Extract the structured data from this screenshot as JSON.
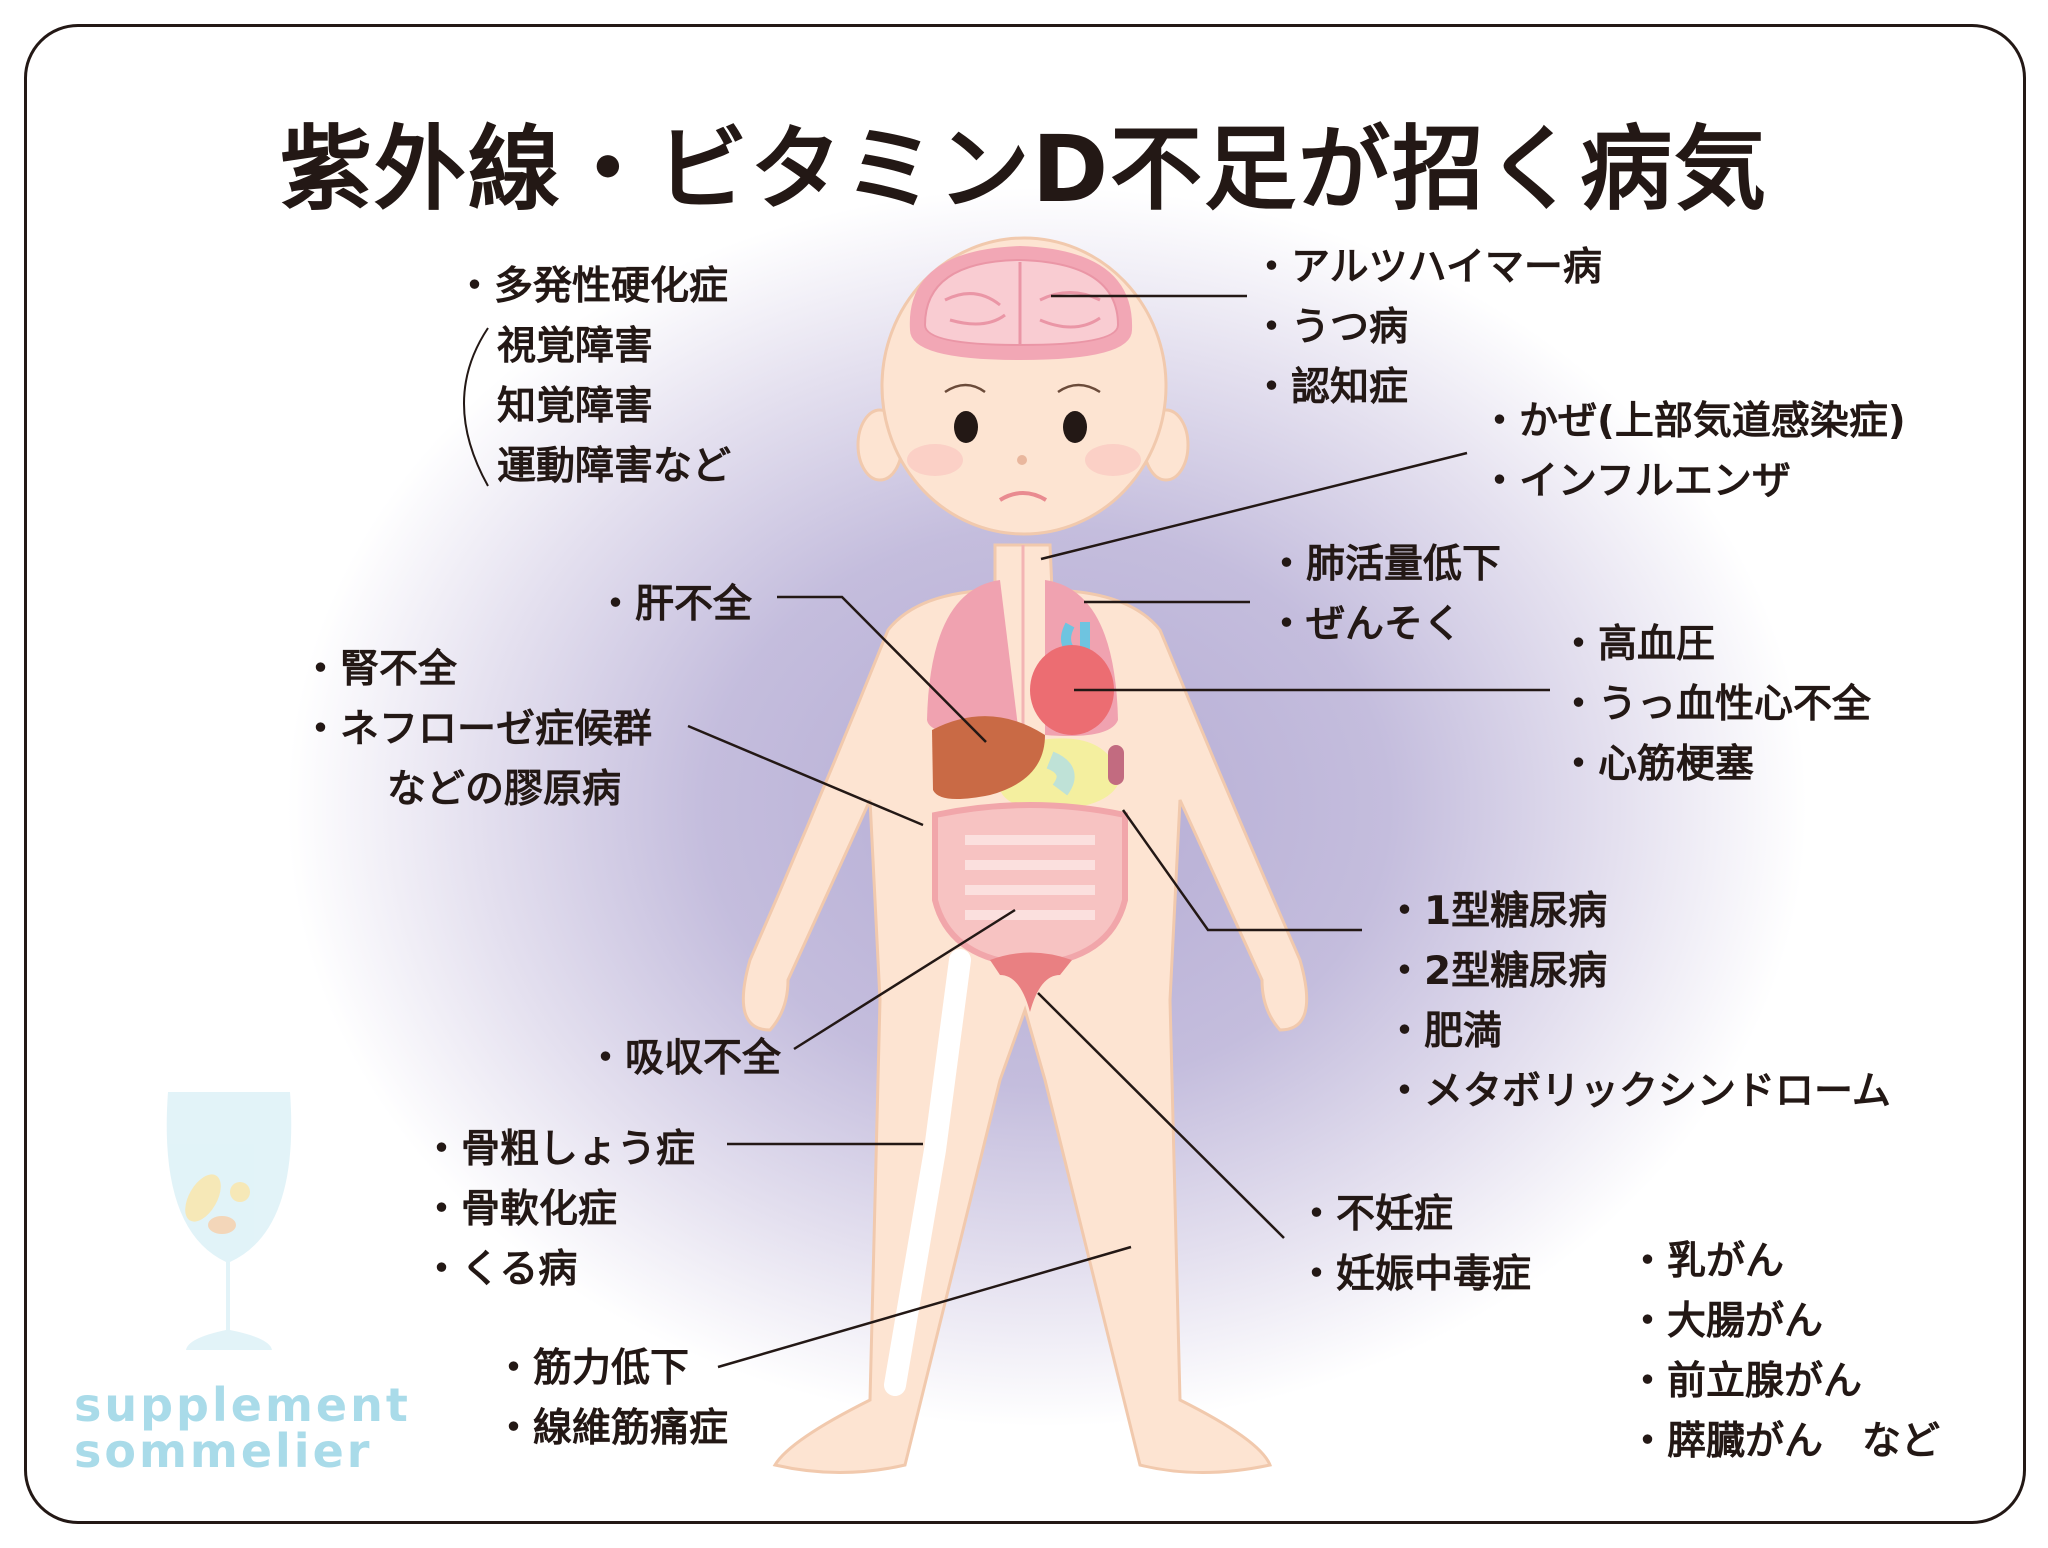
{
  "title": "紫外線・ビタミンD不足が招く病気",
  "groups": {
    "neuro": {
      "main": "・多発性硬化症",
      "sub": [
        "視覚障害",
        "知覚障害",
        "運動障害など"
      ]
    },
    "brain": [
      "・アルツハイマー病",
      "・うつ病",
      "・認知症"
    ],
    "respiratory": [
      "・かぜ(上部気道感染症)",
      "・インフルエンザ"
    ],
    "lung": [
      "・肺活量低下",
      "・ぜんそく"
    ],
    "heart": [
      "・高血圧",
      "・うっ血性心不全",
      "・心筋梗塞"
    ],
    "liver": [
      "・肝不全"
    ],
    "kidney": [
      "・腎不全",
      "・ネフローゼ症候群",
      "などの膠原病"
    ],
    "metabolic": [
      "・1型糖尿病",
      "・2型糖尿病",
      "・肥満",
      "・メタボリックシンドローム"
    ],
    "intestine": [
      "・吸収不全"
    ],
    "bone": [
      "・骨粗しょう症",
      "・骨軟化症",
      "・くる病"
    ],
    "reproductive": [
      "・不妊症",
      "・妊娠中毒症"
    ],
    "cancer": [
      "・乳がん",
      "・大腸がん",
      "・前立腺がん",
      "・膵臓がん　など"
    ],
    "muscle": [
      "・筋力低下",
      "・線維筋痛症"
    ]
  },
  "logo": {
    "line1": "supplement",
    "line2": "sommelier"
  },
  "colors": {
    "background_glow": "#b5acd4",
    "skin": "#fde4d2",
    "brain": "#f2a7b5",
    "liver": "#c96a45",
    "heart": "#ec6d72",
    "logo": "#a9dbe9",
    "text": "#231815"
  }
}
